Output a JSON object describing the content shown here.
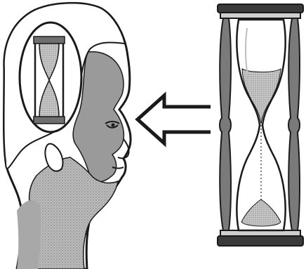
{
  "figure": {
    "kind": "illustration",
    "colors": {
      "ink": "#1a1a1a",
      "paper": "#ffffff",
      "shadow": "#8c8c8c",
      "light_shadow": "#b9b9b9",
      "sand": "#9a9a9a",
      "glass_wood": "#7a7a7a"
    },
    "parts": [
      "head-profile-drawing",
      "mental-hourglass-drawing",
      "left-arrow",
      "hourglass-drawing"
    ]
  }
}
